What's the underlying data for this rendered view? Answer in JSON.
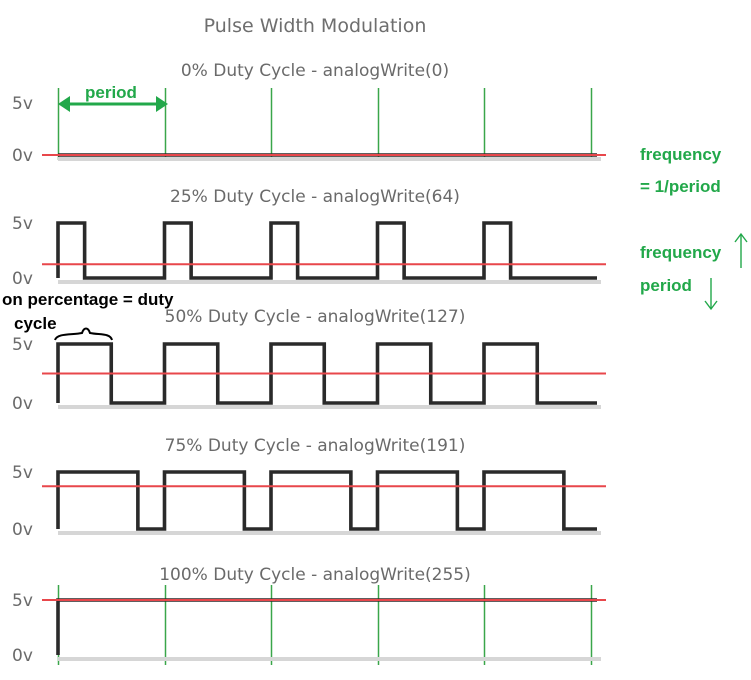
{
  "title": "Pulse Width Modulation",
  "labels": {
    "high": "5v",
    "low": "0v"
  },
  "panels": [
    {
      "caption": "0% Duty Cycle - analogWrite(0)",
      "duty": 0.0,
      "avg_level": 0.0
    },
    {
      "caption": "25% Duty Cycle - analogWrite(64)",
      "duty": 0.25,
      "avg_level": 0.25
    },
    {
      "caption": "50% Duty Cycle - analogWrite(127)",
      "duty": 0.5,
      "avg_level": 0.5
    },
    {
      "caption": "75% Duty Cycle - analogWrite(191)",
      "duty": 0.75,
      "avg_level": 0.75
    },
    {
      "caption": "100% Duty Cycle - analogWrite(255)",
      "duty": 1.0,
      "avg_level": 1.0
    }
  ],
  "periods": 5,
  "annotations": {
    "period": "period",
    "freq_formula_1": "frequency",
    "freq_formula_2": "= 1/period",
    "freq_up": "frequency",
    "period_down": "period",
    "duty_note_1": "on percentage = duty",
    "duty_note_2": "cycle"
  },
  "colors": {
    "signal": "#2a2a2a",
    "average": "#e8474b",
    "period_marker": "#3aa64a",
    "annotation": "#22a84a",
    "text": "#6a6a6a"
  }
}
